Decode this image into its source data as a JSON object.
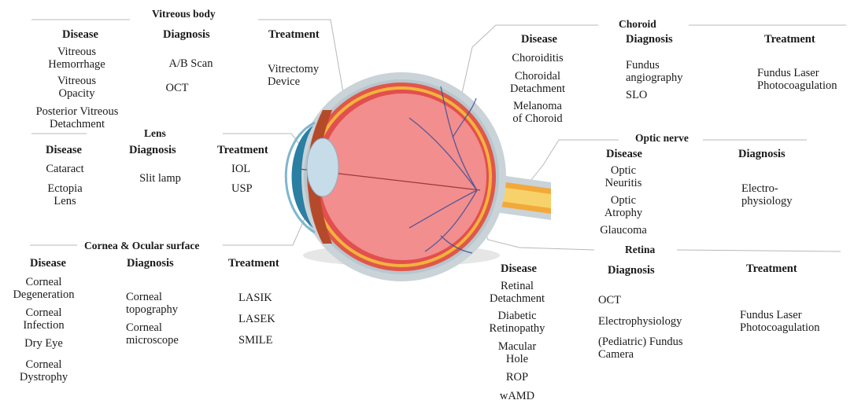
{
  "colors": {
    "text": "#1a1a1a",
    "line": "#b5b5b5",
    "sclera": "#c9d3d8",
    "choroid": "#e0574a",
    "retina": "#f2b33d",
    "vitreous": "#f08c8e",
    "cornea": "#2a7fa3",
    "lens": "#c6dce8",
    "nerve": "#f5c84a"
  },
  "vitreous": {
    "title": "Vitreous body",
    "disease_header": "Disease",
    "diagnosis_header": "Diagnosis",
    "treatment_header": "Treatment",
    "diseases": [
      "Vitreous\nHemorrhage",
      "Vitreous\nOpacity",
      "Posterior Vitreous\nDetachment"
    ],
    "diagnoses": [
      "A/B Scan",
      "OCT"
    ],
    "treatments": [
      "Vitrectomy\nDevice"
    ]
  },
  "lens": {
    "title": "Lens",
    "disease_header": "Disease",
    "diagnosis_header": "Diagnosis",
    "treatment_header": "Treatment",
    "diseases": [
      "Cataract",
      "Ectopia\nLens"
    ],
    "diagnoses": [
      "Slit lamp"
    ],
    "treatments": [
      "IOL",
      "USP"
    ]
  },
  "cornea": {
    "title": "Cornea & Ocular surface",
    "disease_header": "Disease",
    "diagnosis_header": "Diagnosis",
    "treatment_header": "Treatment",
    "diseases": [
      "Corneal\nDegeneration",
      "Corneal\nInfection",
      "Dry Eye",
      "Corneal\nDystrophy"
    ],
    "diagnoses": [
      "Corneal\ntopography",
      "Corneal\nmicroscope"
    ],
    "treatments": [
      "LASIK",
      "LASEK",
      "SMILE"
    ]
  },
  "choroid": {
    "title": "Choroid",
    "disease_header": "Disease",
    "diagnosis_header": "Diagnosis",
    "treatment_header": "Treatment",
    "diseases": [
      "Choroiditis",
      "Choroidal\nDetachment",
      "Melanoma\nof Choroid"
    ],
    "diagnoses": [
      "Fundus\nangiography",
      "SLO"
    ],
    "treatments": [
      "Fundus Laser\nPhotocoagulation"
    ]
  },
  "optic": {
    "title": "Optic nerve",
    "disease_header": "Disease",
    "diagnosis_header": "Diagnosis",
    "diseases": [
      "Optic\nNeuritis",
      "Optic\nAtrophy",
      "Glaucoma"
    ],
    "diagnoses": [
      "Electro-\nphysiology"
    ]
  },
  "retina": {
    "title": "Retina",
    "disease_header": "Disease",
    "diagnosis_header": "Diagnosis",
    "treatment_header": "Treatment",
    "diseases": [
      "Retinal\nDetachment",
      "Diabetic\nRetinopathy",
      "Macular\nHole",
      "ROP",
      "wAMD"
    ],
    "diagnoses": [
      "OCT",
      "Electrophysiology",
      "(Pediatric) Fundus\nCamera"
    ],
    "treatments": [
      "Fundus Laser\nPhotocoagulation"
    ]
  }
}
